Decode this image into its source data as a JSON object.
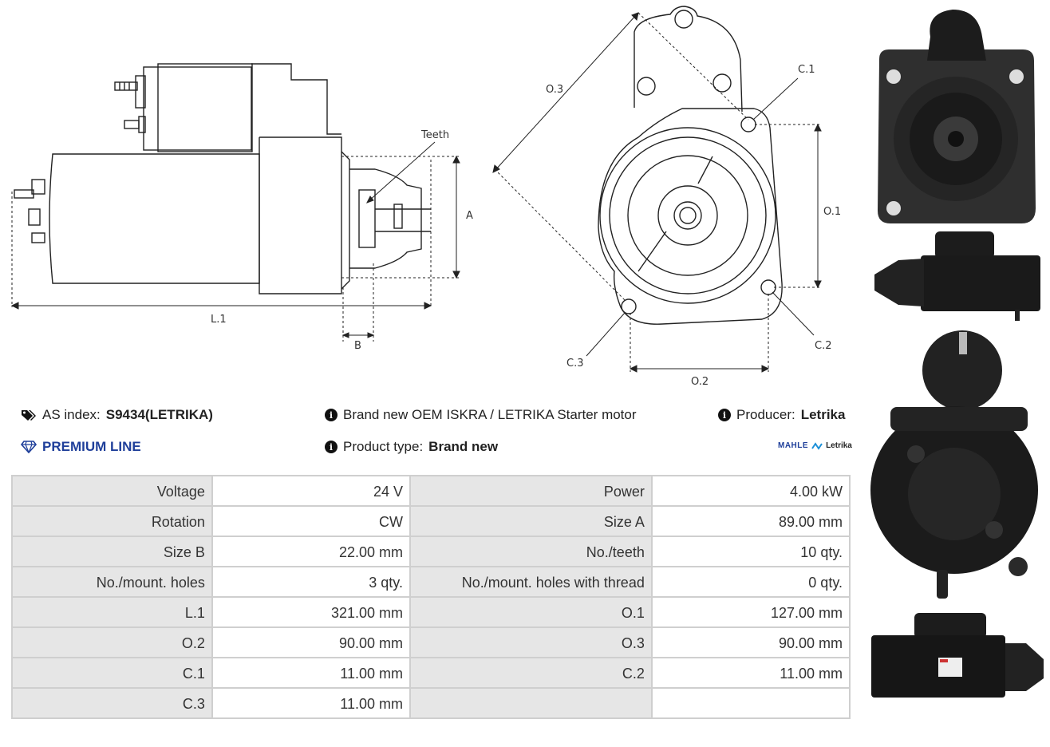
{
  "drawing": {
    "labels": {
      "teeth": "Teeth",
      "a": "A",
      "b": "B",
      "l1": "L.1",
      "o1": "O.1",
      "o2": "O.2",
      "o3": "O.3",
      "c1": "C.1",
      "c2": "C.2",
      "c3": "C.3"
    }
  },
  "info": {
    "as_index_label": "AS index:",
    "as_index_value": "S9434(LETRIKA)",
    "description": "Brand new OEM ISKRA / LETRIKA Starter motor",
    "producer_label": "Producer:",
    "producer_value": "Letrika",
    "premium_line": "PREMIUM LINE",
    "product_type_label": "Product type:",
    "product_type_value": "Brand new",
    "brand_logo_left": "MAHLE",
    "brand_logo_right": "Letrika"
  },
  "icons": {
    "tag": "tags-icon",
    "diamond": "diamond-icon",
    "info": "info-circle-icon"
  },
  "colors": {
    "premium": "#1f3f9a",
    "table_key_bg": "#e6e6e6",
    "table_border": "#cfcfcf"
  },
  "specs": {
    "rows": [
      [
        {
          "k": "Voltage",
          "v": "24 V"
        },
        {
          "k": "Power",
          "v": "4.00 kW"
        }
      ],
      [
        {
          "k": "Rotation",
          "v": "CW"
        },
        {
          "k": "Size A",
          "v": "89.00 mm"
        }
      ],
      [
        {
          "k": "Size B",
          "v": "22.00 mm"
        },
        {
          "k": "No./teeth",
          "v": "10 qty."
        }
      ],
      [
        {
          "k": "No./mount. holes",
          "v": "3 qty."
        },
        {
          "k": "No./mount. holes with thread",
          "v": "0 qty."
        }
      ],
      [
        {
          "k": "L.1",
          "v": "321.00 mm"
        },
        {
          "k": "O.1",
          "v": "127.00 mm"
        }
      ],
      [
        {
          "k": "O.2",
          "v": "90.00 mm"
        },
        {
          "k": "O.3",
          "v": "90.00 mm"
        }
      ],
      [
        {
          "k": "C.1",
          "v": "11.00 mm"
        },
        {
          "k": "C.2",
          "v": "11.00 mm"
        }
      ],
      [
        {
          "k": "C.3",
          "v": "11.00 mm"
        },
        {
          "k": "",
          "v": ""
        }
      ]
    ]
  }
}
